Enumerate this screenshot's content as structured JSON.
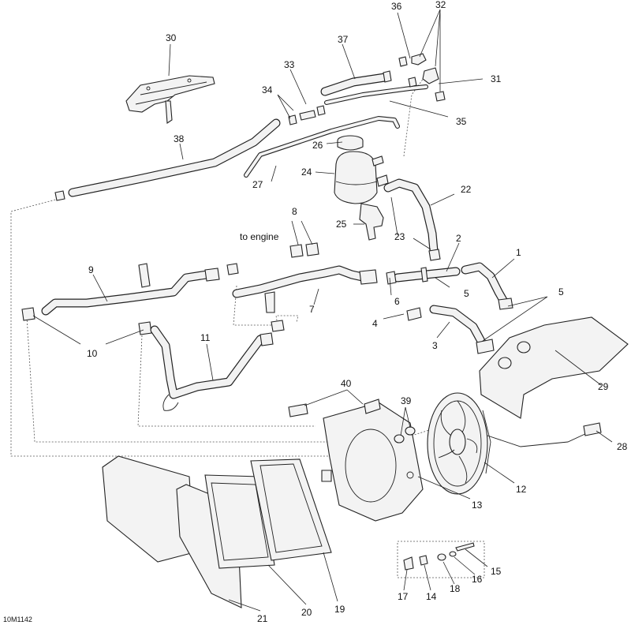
{
  "drawing_id": "10M1142",
  "annotation_to_engine": "to engine",
  "callouts": {
    "c1": "1",
    "c2": "2",
    "c3": "3",
    "c4": "4",
    "c5a": "5",
    "c5b": "5",
    "c6": "6",
    "c7": "7",
    "c8": "8",
    "c9": "9",
    "c10": "10",
    "c11": "11",
    "c12": "12",
    "c13": "13",
    "c14": "14",
    "c15": "15",
    "c16": "16",
    "c17": "17",
    "c18": "18",
    "c19": "19",
    "c20": "20",
    "c21": "21",
    "c22": "22",
    "c23": "23",
    "c24": "24",
    "c25": "25",
    "c26": "26",
    "c27": "27",
    "c28": "28",
    "c29": "29",
    "c30": "30",
    "c31": "31",
    "c32": "32",
    "c33": "33",
    "c34": "34",
    "c35": "35",
    "c36": "36",
    "c37": "37",
    "c38": "38",
    "c39": "39",
    "c40": "40"
  }
}
